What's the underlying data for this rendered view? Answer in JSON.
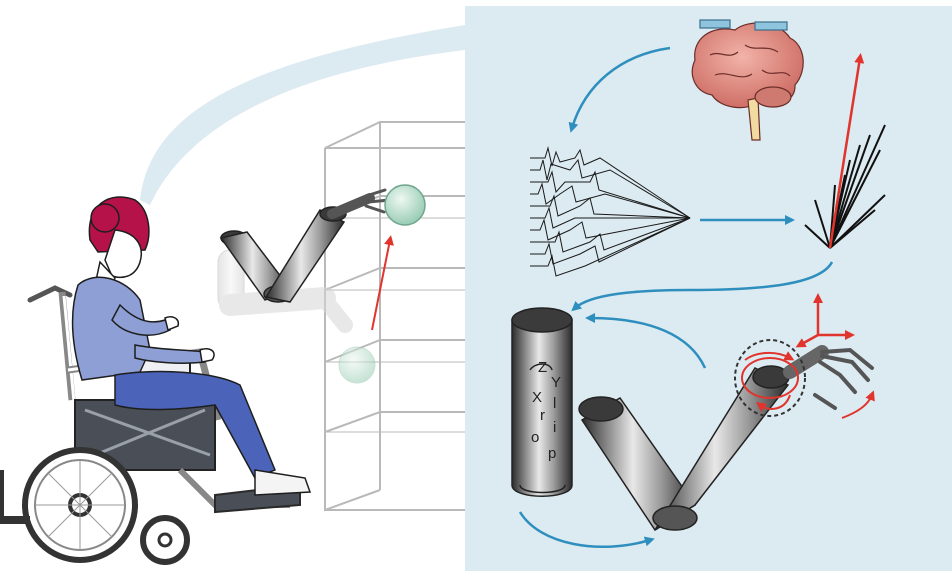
{
  "colors": {
    "panel": "#dceaf1",
    "arrow_blue": "#2e8fbf",
    "arrow_red": "#e0342c",
    "hair": "#b5124a",
    "shirt": "#8e9fd6",
    "pants": "#4b63b8",
    "brain": "#e4948b",
    "ball": "#bfe3d4"
  },
  "arm_frame_labels": {
    "z": "Z",
    "y": "Y",
    "x": "X",
    "l": "l",
    "r": "r",
    "i": "i",
    "o": "o",
    "p": "p"
  }
}
